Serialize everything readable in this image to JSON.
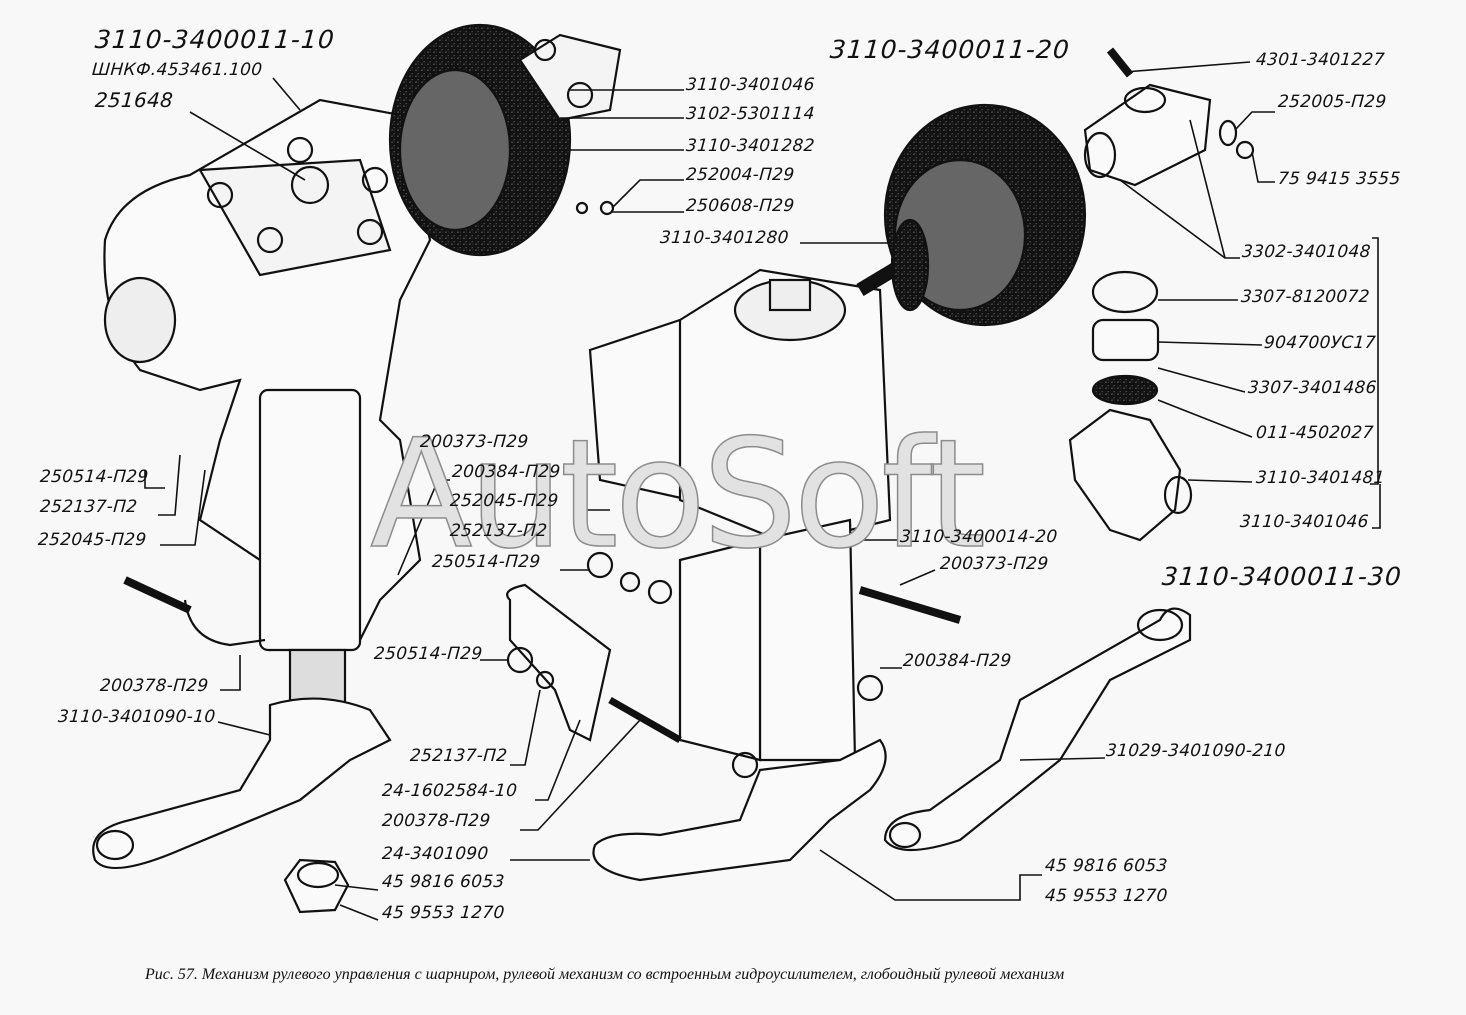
{
  "assemblies": {
    "a10": "3110-3400011-10",
    "a20": "3110-3400011-20",
    "a30": "3110-3400011-30"
  },
  "labels": [
    {
      "id": "shnkf",
      "text": "ШНКФ.453461.100"
    },
    {
      "id": "p251648",
      "text": "251648"
    },
    {
      "id": "p3110-3401046a",
      "text": "3110-3401046"
    },
    {
      "id": "p3102-5301114",
      "text": "3102-5301114"
    },
    {
      "id": "p3110-3401282",
      "text": "3110-3401282"
    },
    {
      "id": "p252004",
      "text": "252004-П29"
    },
    {
      "id": "p250608",
      "text": "250608-П29"
    },
    {
      "id": "p3110-3401280",
      "text": "3110-3401280"
    },
    {
      "id": "p4301",
      "text": "4301-3401227"
    },
    {
      "id": "p252005",
      "text": "252005-П29"
    },
    {
      "id": "p75",
      "text": "75 9415 3555"
    },
    {
      "id": "p3302",
      "text": "3302-3401048"
    },
    {
      "id": "p3307-8120072",
      "text": "3307-8120072"
    },
    {
      "id": "p904700",
      "text": "904700УС17"
    },
    {
      "id": "p3307-3401486",
      "text": "3307-3401486"
    },
    {
      "id": "p011",
      "text": "011-4502027"
    },
    {
      "id": "p3110-3401481",
      "text": "3110-3401481"
    },
    {
      "id": "p3110-3401046b",
      "text": "3110-3401046"
    },
    {
      "id": "p200373a",
      "text": "200373-П29"
    },
    {
      "id": "p200384a",
      "text": "200384-П29"
    },
    {
      "id": "p252045a",
      "text": "252045-П29"
    },
    {
      "id": "p252137a",
      "text": "252137-П2"
    },
    {
      "id": "p250514a",
      "text": "250514-П29"
    },
    {
      "id": "p250514b",
      "text": "250514-П29"
    },
    {
      "id": "p252137b",
      "text": "252137-П2"
    },
    {
      "id": "p252045b",
      "text": "252045-П29"
    },
    {
      "id": "p3110-3400014",
      "text": "3110-3400014-20"
    },
    {
      "id": "p200373b",
      "text": "200373-П29"
    },
    {
      "id": "p250514c",
      "text": "250514-П29"
    },
    {
      "id": "p200384b",
      "text": "200384-П29"
    },
    {
      "id": "p200378a",
      "text": "200378-П29"
    },
    {
      "id": "p3110-3401090",
      "text": "3110-3401090-10"
    },
    {
      "id": "p252137c",
      "text": "252137-П2"
    },
    {
      "id": "p31029",
      "text": "31029-3401090-210"
    },
    {
      "id": "p24-1602584",
      "text": "24-1602584-10"
    },
    {
      "id": "p200378b",
      "text": "200378-П29"
    },
    {
      "id": "p24-3401090",
      "text": "24-3401090"
    },
    {
      "id": "p6053a",
      "text": "45 9816 6053"
    },
    {
      "id": "p1270a",
      "text": "45 9553 1270"
    },
    {
      "id": "p6053b",
      "text": "45 9816 6053"
    },
    {
      "id": "p1270b",
      "text": "45 9553 1270"
    }
  ],
  "watermark": "AutoSoft",
  "caption": "Рис. 57. Механизм рулевого управления с шарниром, рулевой механизм со встроенным гидроусилителем, глобоидный рулевой механизм"
}
